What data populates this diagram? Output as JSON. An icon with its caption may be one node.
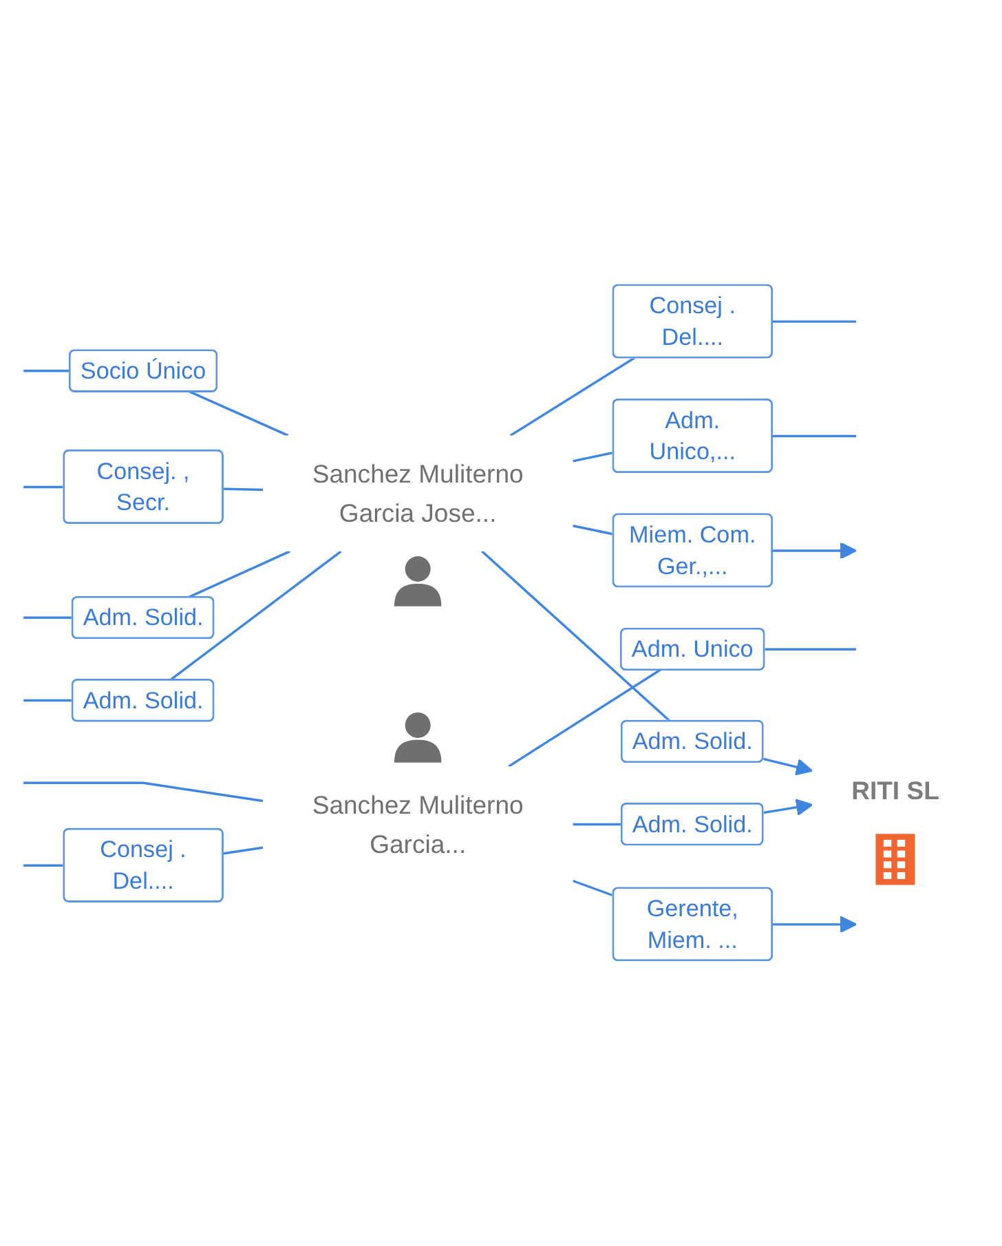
{
  "diagram": {
    "nodes": [
      {
        "text": [
          "RITI SL"
        ]
      },
      {
        "text": [
          "Sanchez Muliterno Garcia Jose..."
        ]
      },
      {
        "text": [
          "Sanchez Muliterno Garcia..."
        ]
      }
    ],
    "edges": [
      {
        "from": 1,
        "to": null,
        "arrow": "none",
        "label": "Socio Único"
      },
      {
        "from": 1,
        "to": null,
        "arrow": "none",
        "label": "Consej. , Secr."
      },
      {
        "from": 1,
        "to": null,
        "arrow": "none",
        "label": "Adm. Solid."
      },
      {
        "from": 1,
        "to": 0,
        "arrow": "to",
        "label": "Adm. Solid."
      },
      {
        "from": 1,
        "to": null,
        "arrow": "to",
        "label": "Miem. Com. Ger.,..."
      },
      {
        "from": 1,
        "to": null,
        "arrow": "none",
        "label": "Adm. Solid."
      },
      {
        "from": 2,
        "to": 0,
        "arrow": "to",
        "label": "Adm. Solid."
      },
      {
        "from": 1,
        "to": null,
        "arrow": "none",
        "label": "Adm. Unico,..."
      },
      {
        "from": 2,
        "to": null,
        "arrow": "none"
      },
      {
        "from": 2,
        "to": null,
        "arrow": "to",
        "label": "Gerente, Miem. ..."
      },
      {
        "from": 1,
        "to": null,
        "arrow": "none",
        "label": "Consej . Del...."
      },
      {
        "from": 2,
        "to": null,
        "arrow": "none",
        "label": "Consej . Del...."
      },
      {
        "from": 2,
        "to": null,
        "arrow": "none",
        "label": "Adm. Unico"
      }
    ]
  }
}
